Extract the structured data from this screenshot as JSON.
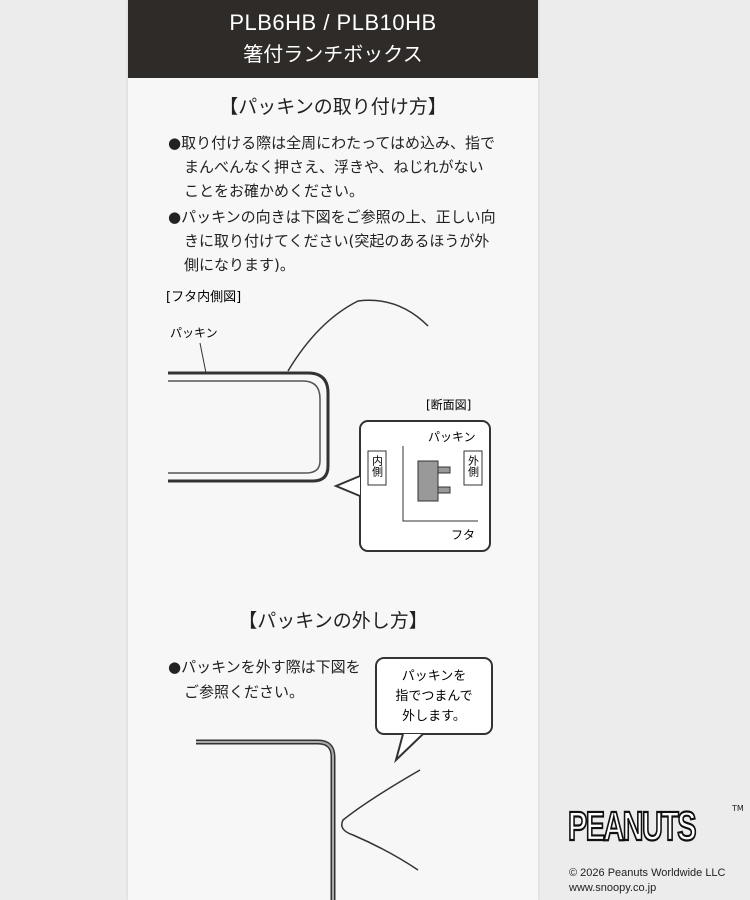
{
  "header": {
    "model": "PLB6HB / PLB10HB",
    "product": "箸付ランチボックス"
  },
  "install": {
    "title": "【パッキンの取り付け方】",
    "bullets": [
      "●取り付ける際は全周にわたってはめ込み、指でまんべんなく押さえ、浮きや、ねじれがないことをお確かめください。",
      "●パッキンの向きは下図をご参照の上、正しい向きに取り付けてください(突起のあるほうが外側になります)。"
    ],
    "diagram": {
      "lid_inside": "[フタ内側図]",
      "packing": "パッキン",
      "section": "[断面図]",
      "section_packing": "パッキン",
      "inner": "内側",
      "outer": "外側",
      "lid": "フタ"
    }
  },
  "remove": {
    "title": "【パッキンの外し方】",
    "bullet": "●パッキンを外す際は下図をご参照ください。",
    "bubble": [
      "パッキンを",
      "指でつまんで",
      "外します。"
    ]
  },
  "footer": {
    "logo": "PEANUTS",
    "tm": "TM",
    "copyright": "© 2026 Peanuts Worldwide LLC",
    "url": "www.snoopy.co.jp"
  }
}
